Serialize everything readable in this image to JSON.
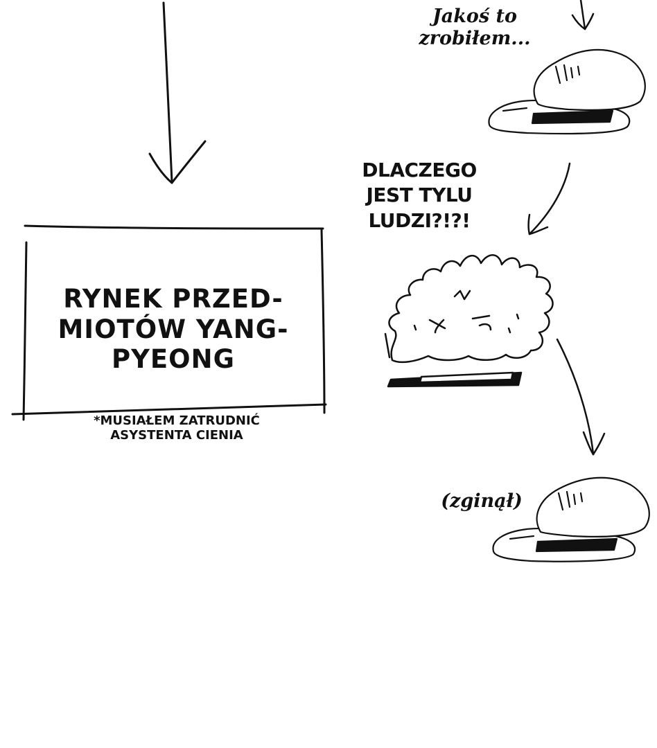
{
  "captions": {
    "top_right": [
      "Jakoś to",
      "zrobiłem..."
    ],
    "middle_right": [
      "DLACZEGO",
      "JEST TYLU",
      "LUDZI?!?!"
    ],
    "sign": [
      "RYNEK PRZED-",
      "MIOTÓW YANG-",
      "PYEONG"
    ],
    "footnote": [
      "*MUSIAŁEM ZATRUDNIĆ",
      "ASYSTENTA CIENIA"
    ],
    "bottom_right": "(zginął)"
  },
  "colors": {
    "ink": "#111111",
    "paper": "#ffffff"
  }
}
